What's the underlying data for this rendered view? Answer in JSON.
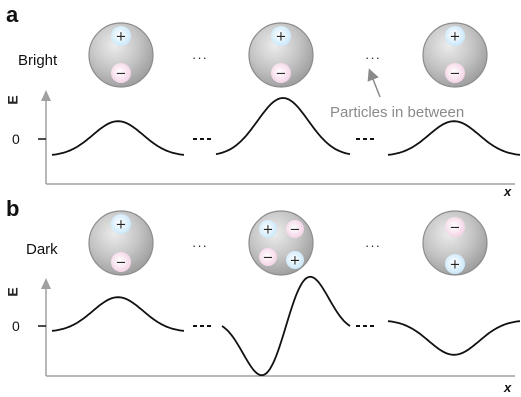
{
  "panels": [
    {
      "letter": "a",
      "row_label": "Bright",
      "y_axis_label": "E",
      "zero_label": "0",
      "x_axis_label": "x",
      "annotation": "Particles in between",
      "particles": [
        {
          "charges": [
            {
              "sign": "+",
              "color": "blue"
            },
            {
              "sign": "−",
              "color": "pink"
            }
          ]
        },
        {
          "charges": [
            {
              "sign": "+",
              "color": "blue"
            },
            {
              "sign": "−",
              "color": "pink"
            }
          ]
        },
        {
          "charges": [
            {
              "sign": "+",
              "color": "blue"
            },
            {
              "sign": "−",
              "color": "pink"
            }
          ]
        }
      ],
      "field_profiles": [
        {
          "shape": "gaussian-peak",
          "relative_amplitude": 0.6
        },
        {
          "shape": "gaussian-peak",
          "relative_amplitude": 1.0
        },
        {
          "shape": "gaussian-peak",
          "relative_amplitude": 0.6
        }
      ]
    },
    {
      "letter": "b",
      "row_label": "Dark",
      "y_axis_label": "E",
      "zero_label": "0",
      "x_axis_label": "x",
      "particles": [
        {
          "charges": [
            {
              "sign": "+",
              "color": "blue"
            },
            {
              "sign": "−",
              "color": "pink"
            }
          ]
        },
        {
          "charges": [
            {
              "sign": "+",
              "color": "blue"
            },
            {
              "sign": "−",
              "color": "pink"
            },
            {
              "sign": "−",
              "color": "pink"
            },
            {
              "sign": "+",
              "color": "blue"
            }
          ]
        },
        {
          "charges": [
            {
              "sign": "−",
              "color": "pink"
            },
            {
              "sign": "+",
              "color": "blue"
            }
          ]
        }
      ],
      "field_profiles": [
        {
          "shape": "gaussian-peak",
          "relative_amplitude": 0.6
        },
        {
          "shape": "antisymmetric",
          "relative_amplitude": 1.0
        },
        {
          "shape": "gaussian-dip",
          "relative_amplitude": -0.6
        }
      ]
    }
  ],
  "ellipsis": "···",
  "dash_separator": "- - -",
  "colors": {
    "sphere_fill": "#bdbdbd",
    "sphere_edge": "#8c8c8c",
    "blue_charge": "#d2ecfb",
    "pink_charge": "#f6d9ea",
    "axis": "#9a9a9a",
    "curve": "#111111",
    "annotation": "#8a8a8a"
  }
}
